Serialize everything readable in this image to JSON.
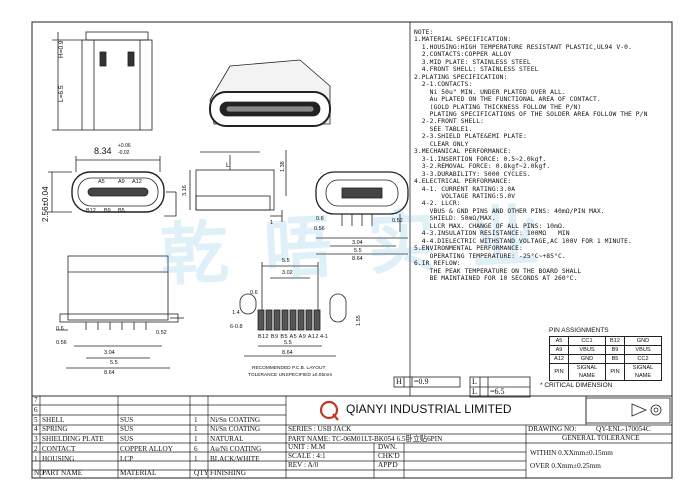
{
  "drawing": {
    "top_view": {
      "h_dim": "H=0.9",
      "l_dim": "L=6.5"
    },
    "front_view": {
      "width_dim": "8.34",
      "width_tol_top": "+0.06",
      "width_tol_bottom": "-0.02",
      "height_dim": "2.56±0.04",
      "pins_top": [
        "A5",
        "A9",
        "A12"
      ],
      "pins_bottom": [
        "B12",
        "B9",
        "B5"
      ]
    },
    "side_view": {
      "dim_1": "3.16",
      "dim_2": "1.38",
      "dim_3": "1",
      "dim_4": "L"
    },
    "pin_view": {
      "d1": "0.6",
      "d2": "0.56",
      "d3": "0.52",
      "d4": "3.04",
      "d5": "5.5",
      "d6": "8.64",
      "d7": "1.55"
    },
    "bottom_view": {
      "d1": "0.6",
      "d2": "0.56",
      "d3": "0.52",
      "d4": "3.04",
      "d5": "5.5",
      "d6": "8.64"
    },
    "pcb_view": {
      "d1": "5.5",
      "d2": "3.02",
      "d3": "0.6",
      "d4": "6-0.8",
      "d5": "1.4",
      "d6": "4-1",
      "d7": "5.5",
      "d8": "8.64",
      "pin_labels": "B12 B9 B5 A5 A9 A12",
      "caption_1": "RECOMMENDED P.C.B. LAYOUT",
      "caption_2": "TOLERANCE UNSPECIFIED ±0.05mm"
    }
  },
  "notes": [
    "NOTE:",
    "1.MATERIAL SPECIFICATION:",
    "  1.HOUSING:HIGH TEMPERATURE RESISTANT PLASTIC,UL94 V-0.",
    "  2.CONTACTS:COPPER ALLOY",
    "  3.MID PLATE: STAINLESS STEEL",
    "  4.FRONT SHELL: STAINLESS STEEL",
    "2.PLATING SPECIFICATION:",
    "  2-1.CONTACTS:",
    "    Ni 50u\" MIN. UNDER PLATED OVER ALL.",
    "    Au PLATED ON THE FUNCTIONAL AREA OF CONTACT.",
    "    (GOLD PLATING THICKNESS FOLLOW THE P/N)",
    "    PLATING SPECIFICATIONS OF THE SOLDER AREA FOLLOW THE P/N",
    "  2-2.FRONT SHELL:",
    "    SEE TABLE1.",
    "  2-3.SHIELD PLATE&EMI PLATE:",
    "    CLEAR ONLY",
    "3.MECHANICAL PERFORMANCE:",
    "  3-1.INSERTION FORCE: 0.5~2.0kgf.",
    "  3-2.REMOVAL FORCE: 0.8kgf~2.0kgf.",
    "  3-3.DURABILITY: 5000 CYCLES.",
    "4.ELECTRICAL PERFORMANCE:",
    "  4-1. CURRENT RATING:3.0A",
    "       VOLTAGE RATING:5.0V",
    "  4-2. LLCR:",
    "    VBUS & GND PINS AND OTHER PINS: 40mΩ/PIN MAX.",
    "    SHIELD: 50mΩ/MAX.",
    "    LLCR MAX. CHANGE OF ALL PINS: 10mΩ.",
    "  4-3.INSULATION RESISTANCE: 100MΩ   MIN",
    "  4-4.DIELECTRIC WITHSTAND VOLTAGE,AC 100V FOR 1 MINUTE.",
    "5.ENVIRONMENTAL PERFORMANCE:",
    "    OPERATING TEMPERATURE: -25°C~+85°C.",
    "6.IR REFLOW:",
    "    THE PEAK TEMPERATURE ON THE BOARD SHALL",
    "    BE MAINTAINED FOR 10 SECONDS AT 260°C."
  ],
  "pin_assignments": {
    "title": "PIN ASSIGNMENTS",
    "rows": [
      [
        "A5",
        "CC1",
        "B12",
        "GND"
      ],
      [
        "A9",
        "VBUS",
        "B9",
        "VBUS"
      ],
      [
        "A12",
        "GND",
        "B5",
        "CC2"
      ],
      [
        "PIN",
        "SIGNAL NAME",
        "PIN",
        "SIGNAL NAME"
      ]
    ]
  },
  "hl_box": {
    "h_label": "H",
    "h_value": "=0.9",
    "l_label": "L",
    "l_value": "=6.5"
  },
  "critical_dimension": "* CRITICAL DIMENSION",
  "watermark_text": "乾 唔 实 业",
  "title_block": {
    "company": "QIANYI INDUSTRIAL LIMITED",
    "series": "SERIES : USB JACK",
    "part_name": "PART NAME: TC-06M01LT-BK054 6.5卧立贴6PIN",
    "unit": "UNIT : M.M",
    "scale": "SCALE : 4:1",
    "rev": "REV : A/0",
    "dwn": "DWN.",
    "chkd": "CHK'D",
    "appd": "APP'D",
    "drawing_no": "DRAWING NO:",
    "drawing_no_value": "QY-ENL-170054C",
    "general_tolerance": "GENERAL TOLERANCE",
    "within": "WITHIN 0.XXmm±0.15mm",
    "over": "OVER   0.Xmm±0.25mm",
    "bom_header": [
      "NO",
      "PART NAME",
      "MATERIAL",
      "QTY",
      "FINISHING"
    ],
    "bom": [
      {
        "no": "7",
        "name": "",
        "material": "",
        "qty": "",
        "finish": ""
      },
      {
        "no": "6",
        "name": "",
        "material": "",
        "qty": "",
        "finish": ""
      },
      {
        "no": "5",
        "name": "SHELL",
        "material": "SUS",
        "qty": "1",
        "finish": "Ni/Sn COATING"
      },
      {
        "no": "4",
        "name": "SPRING",
        "material": "SUS",
        "qty": "1",
        "finish": "Ni/Sn COATING"
      },
      {
        "no": "3",
        "name": "SHIELDING PLATE",
        "material": "SUS",
        "qty": "1",
        "finish": "NATURAL"
      },
      {
        "no": "2",
        "name": "CONTACT",
        "material": "COPPER ALLOY",
        "qty": "6",
        "finish": "Au/Ni COATING"
      },
      {
        "no": "1",
        "name": "HOUSING",
        "material": "LCP",
        "qty": "1",
        "finish": "BLACK/WHITE"
      }
    ]
  }
}
